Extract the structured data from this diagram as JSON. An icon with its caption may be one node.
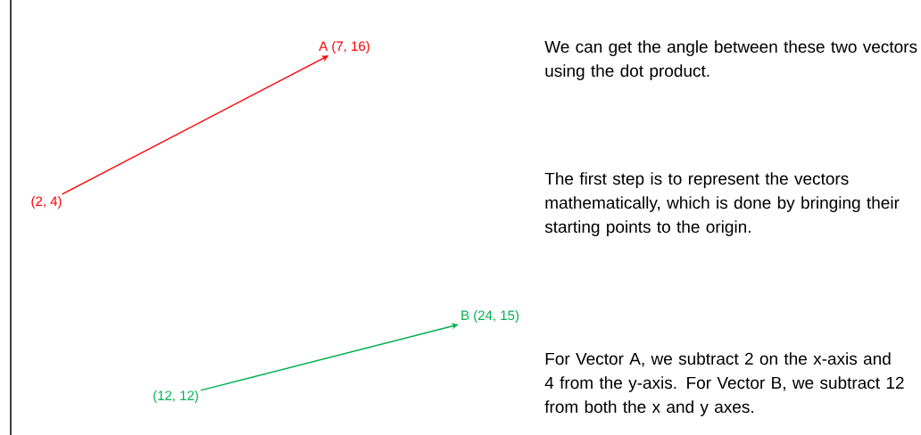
{
  "diagram": {
    "nodes": [
      {
        "text": [
          "A (7, 16)"
        ]
      },
      {
        "text": [
          "(2, 4)"
        ]
      },
      {
        "text": [
          "B (24, 15)"
        ]
      },
      {
        "text": [
          "(12, 12)"
        ]
      }
    ],
    "edges": [
      {
        "from": 1,
        "to": 0,
        "arrow": "to",
        "color": "#ff0000"
      },
      {
        "from": 3,
        "to": 2,
        "arrow": "to",
        "color": "#00b050"
      }
    ],
    "labels": [
      "We can get the angle between these two vectors using the dot product.",
      "The first step is to represent the vectors mathematically, which is done by bringing their starting points to the origin.",
      "For Vector A, we subtract 2 on the x-axis and 4 from the y-axis. For Vector B, we subtract 12 from both the x and y axes."
    ]
  }
}
